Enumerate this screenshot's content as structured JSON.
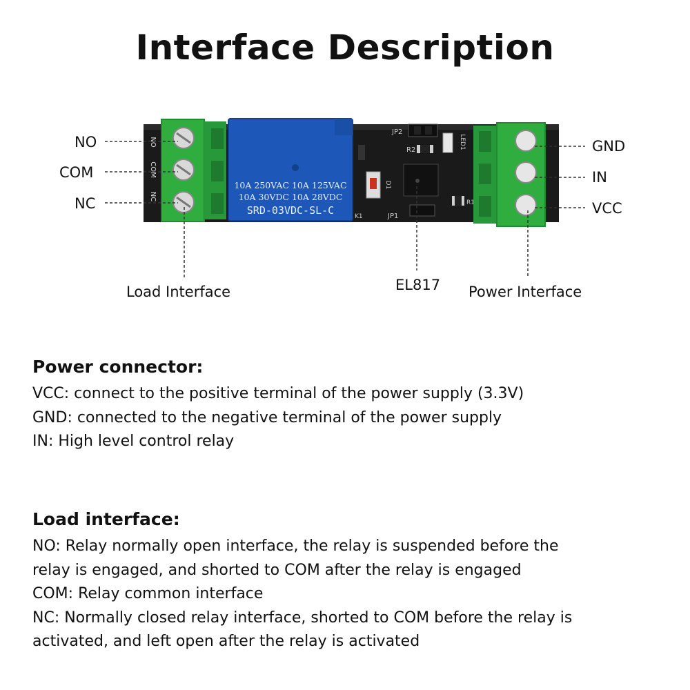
{
  "title": "Interface Description",
  "diagram": {
    "left_labels": [
      "NO",
      "COM",
      "NC"
    ],
    "right_labels": [
      "GND",
      "IN",
      "VCC"
    ],
    "bottom_labels": {
      "load": "Load Interface",
      "chip": "EL817",
      "power": "Power Interface"
    },
    "relay_text": {
      "line1": "10A 250VAC  10A 125VAC",
      "line2": "10A  30VDC  10A  28VDC",
      "model": "SRD-03VDC-SL-C"
    },
    "pcb_text": {
      "left_silk": [
        "NO",
        "COM",
        "NC"
      ],
      "jp2": "JP2",
      "jp1": "JP1",
      "r2": "R2",
      "r1": "R1",
      "k1": "K1",
      "d1": "D1",
      "led1": "LED1"
    },
    "colors": {
      "terminal_green": "#2fae3f",
      "relay_blue": "#1d57b8",
      "pcb_black": "#1a1a1a"
    }
  },
  "power_connector": {
    "heading": "Power connector:",
    "lines": [
      "VCC: connect to the positive terminal of the power supply (3.3V)",
      "GND: connected to the negative terminal of the power supply",
      "IN: High level control relay"
    ]
  },
  "load_interface": {
    "heading": "Load interface:",
    "lines": [
      "NO: Relay normally open interface, the relay is suspended before the",
      "relay is engaged, and shorted to COM after the relay is engaged",
      "COM: Relay common interface",
      "NC: Normally closed relay interface, shorted to COM before the relay is",
      "activated, and left open after the relay is activated"
    ]
  }
}
